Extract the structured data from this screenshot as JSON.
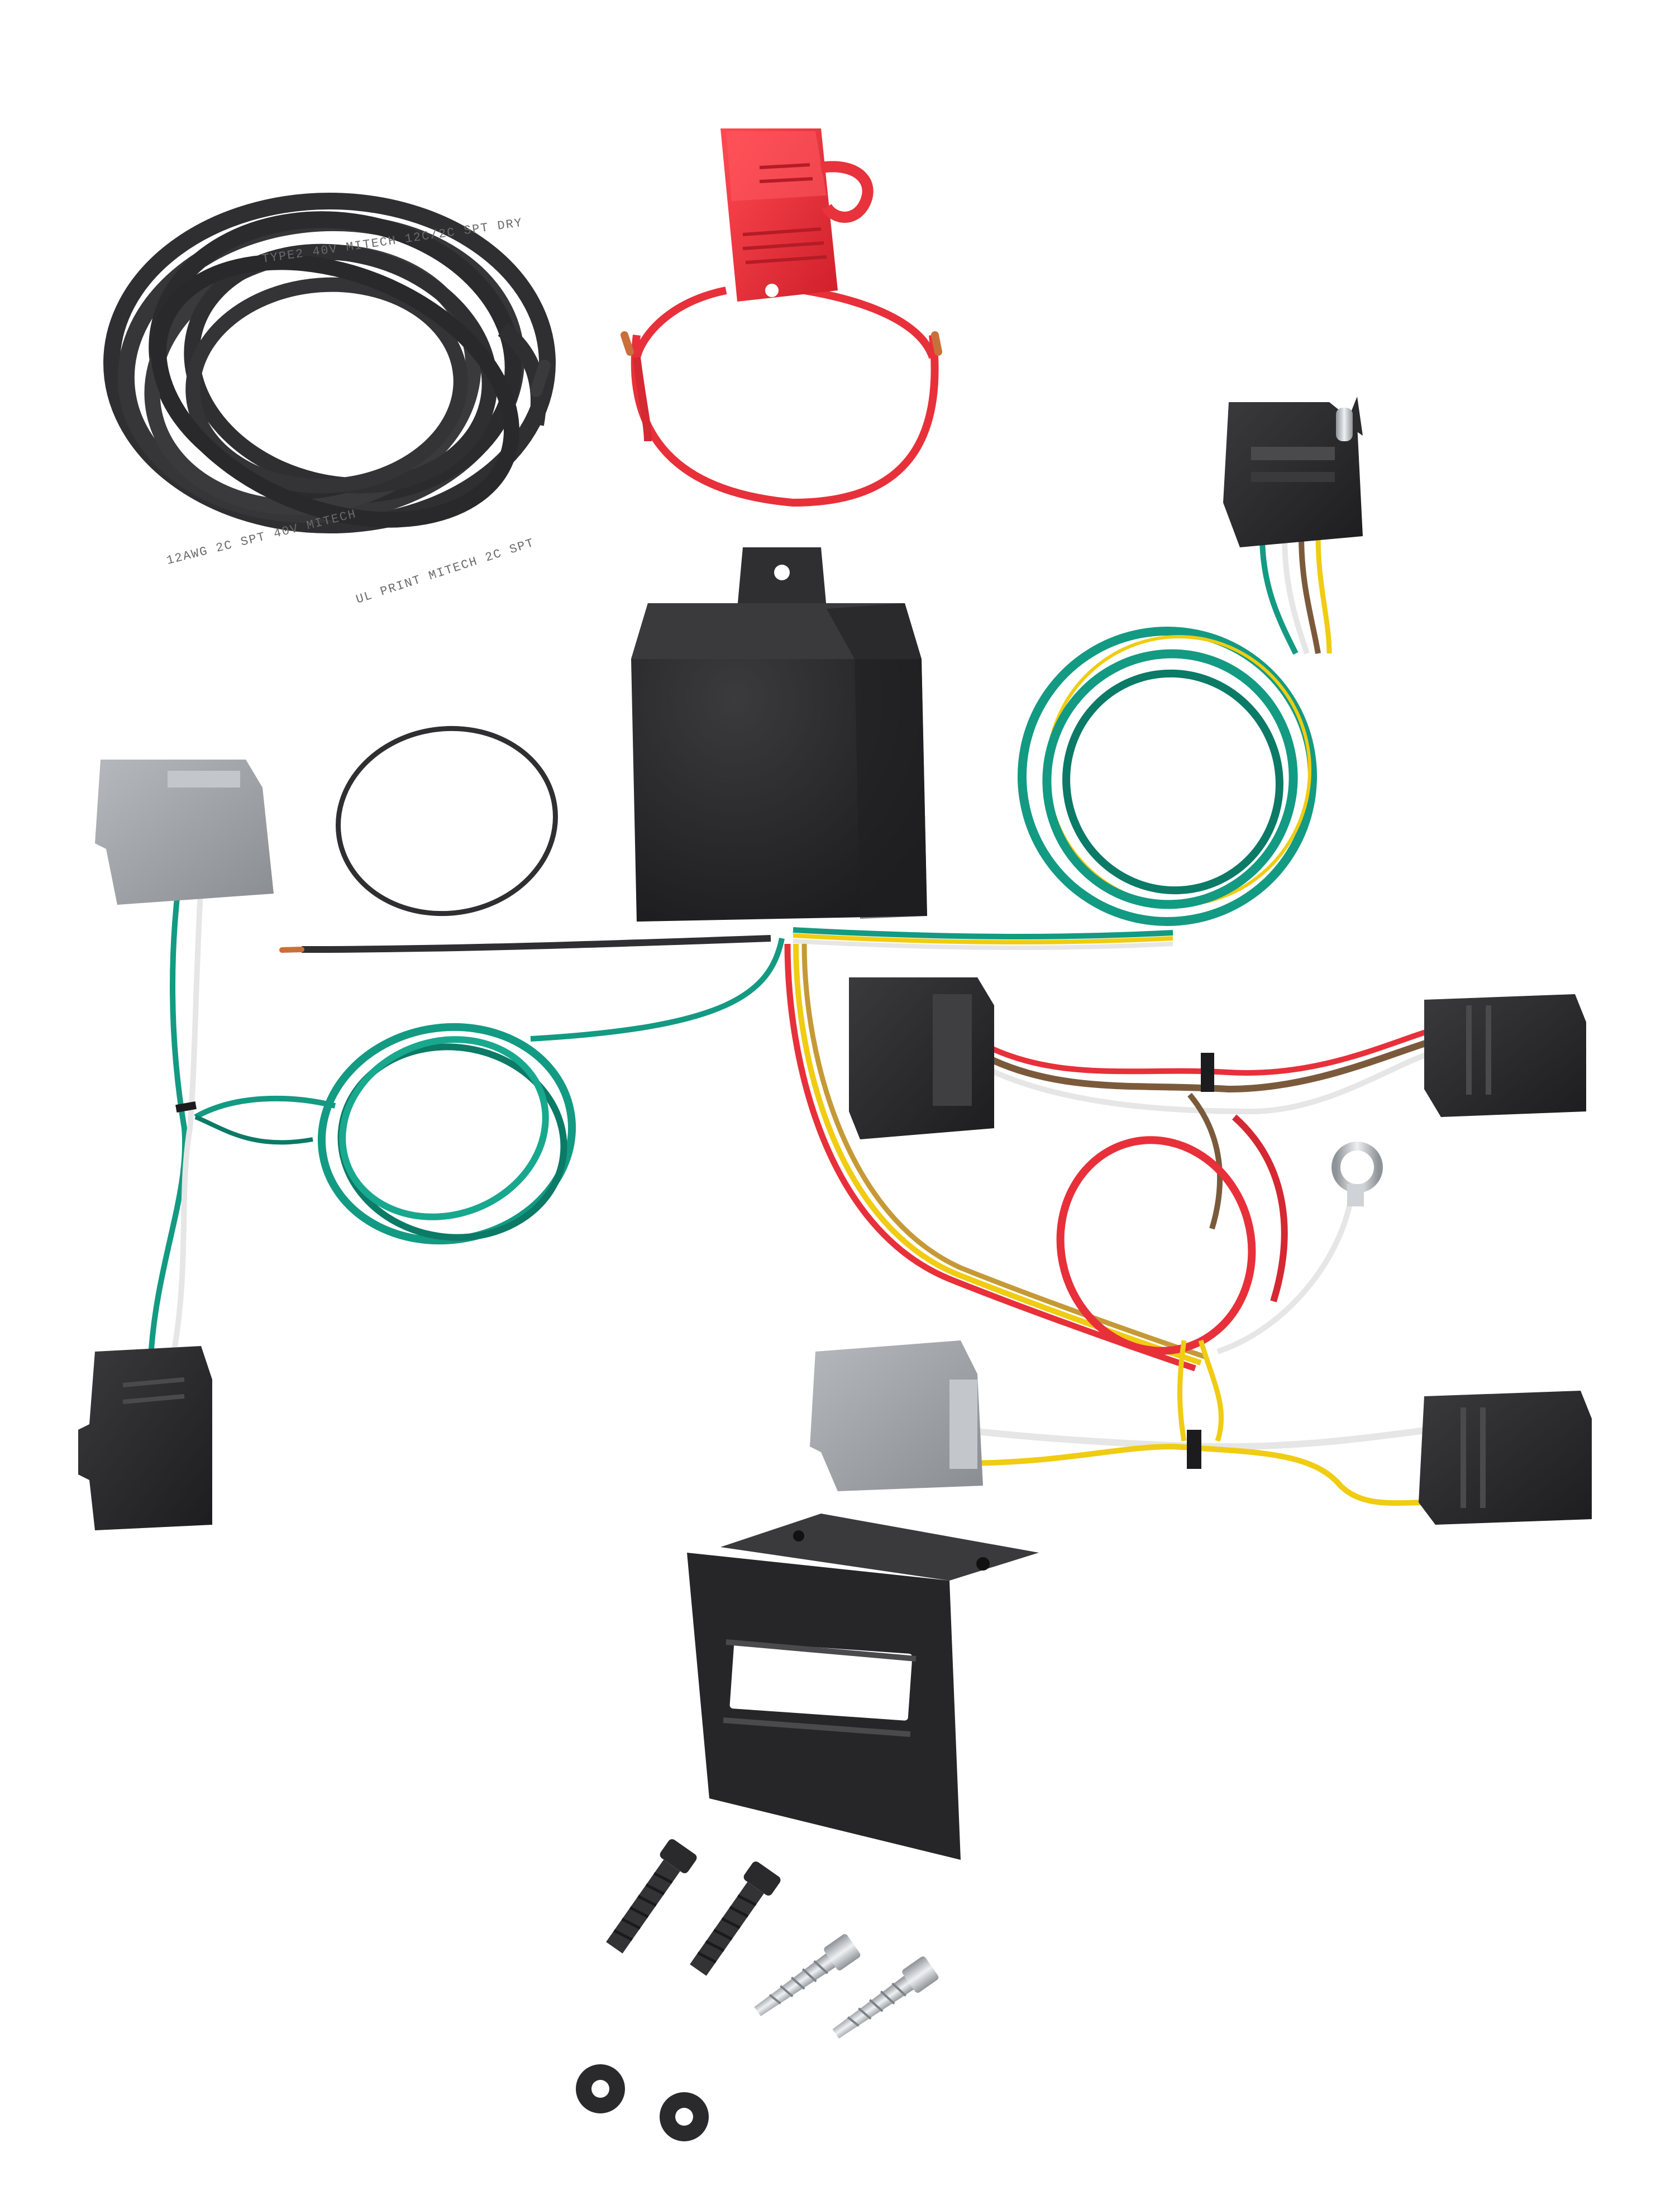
{
  "colors": {
    "background": "#ffffff",
    "cable_black": "#2f2f31",
    "wire_red": "#e8303a",
    "wire_green": "#139a82",
    "wire_green_dark": "#0b7a66",
    "wire_white": "#e6e6e6",
    "wire_brown": "#7b5a3c",
    "wire_yellow": "#f0cc12",
    "fuse_holder_red": "#e8323c",
    "module_black": "#2a2a2c",
    "connector_gray": "#9fa2a6",
    "connector_black": "#2b2b2d",
    "bracket_black": "#262628",
    "screw_silver": "#c9ccd0",
    "copper": "#c9703a"
  },
  "cable_print": {
    "line_1": "TYPE2 40V  MITECH  12C/2C SPT DRY",
    "line_2": "12AWG  2C  SPT  40V  MITECH",
    "line_3": "UL PRINT  MITECH  2C  SPT"
  },
  "items": [
    {
      "name": "power-cable-coil",
      "icon": "cable-coil-icon"
    },
    {
      "name": "inline-fuse-holder",
      "icon": "fuse-holder-icon"
    },
    {
      "name": "converter-module",
      "icon": "module-box-icon"
    },
    {
      "name": "4-way-flat-trailer-connector",
      "icon": "flat-4-connector-icon"
    },
    {
      "name": "vehicle-t-harness-left",
      "icon": "t-connector-icon"
    },
    {
      "name": "vehicle-t-harness-right",
      "icon": "t-connector-icon"
    },
    {
      "name": "ring-ground-terminal",
      "icon": "ring-terminal-icon"
    },
    {
      "name": "mounting-bracket",
      "icon": "bracket-icon"
    },
    {
      "name": "mounting-hardware",
      "icon": "screw-nut-icon"
    }
  ]
}
